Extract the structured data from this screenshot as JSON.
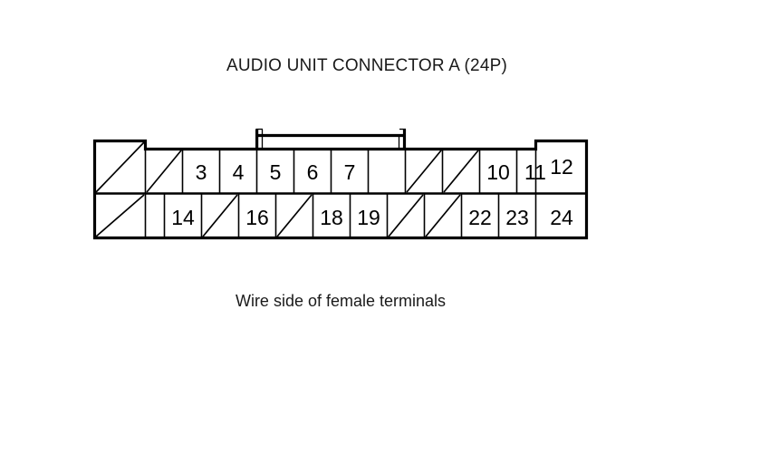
{
  "title": "AUDIO UNIT CONNECTOR A (24P)",
  "caption": "Wire side of female terminals",
  "colors": {
    "line": "#000000",
    "background": "#ffffff",
    "text": "#1a1a1a"
  },
  "connector": {
    "name": "AUDIO UNIT CONNECTOR A",
    "pin_count": "24P",
    "rows": 2,
    "columns": 12,
    "top_row": [
      {
        "pin": "1",
        "label": "",
        "state": "unused"
      },
      {
        "pin": "2",
        "label": "",
        "state": "unused"
      },
      {
        "pin": "3",
        "label": "3",
        "state": "used"
      },
      {
        "pin": "4",
        "label": "4",
        "state": "used"
      },
      {
        "pin": "5",
        "label": "5",
        "state": "used"
      },
      {
        "pin": "6",
        "label": "6",
        "state": "used"
      },
      {
        "pin": "7",
        "label": "7",
        "state": "used"
      },
      {
        "pin": "8",
        "label": "",
        "state": "unused"
      },
      {
        "pin": "9",
        "label": "",
        "state": "unused"
      },
      {
        "pin": "10",
        "label": "10",
        "state": "used"
      },
      {
        "pin": "11",
        "label": "11",
        "state": "used"
      },
      {
        "pin": "11b",
        "label": "",
        "state": "blank"
      },
      {
        "pin": "12",
        "label": "12",
        "state": "used"
      }
    ],
    "bottom_row": [
      {
        "pin": "13",
        "label": "",
        "state": "unused"
      },
      {
        "pin": "13b",
        "label": "",
        "state": "blank"
      },
      {
        "pin": "14",
        "label": "14",
        "state": "used"
      },
      {
        "pin": "15",
        "label": "",
        "state": "unused"
      },
      {
        "pin": "16",
        "label": "16",
        "state": "used"
      },
      {
        "pin": "17",
        "label": "",
        "state": "unused"
      },
      {
        "pin": "18",
        "label": "18",
        "state": "used"
      },
      {
        "pin": "19",
        "label": "19",
        "state": "used"
      },
      {
        "pin": "20",
        "label": "",
        "state": "unused"
      },
      {
        "pin": "21",
        "label": "",
        "state": "unused"
      },
      {
        "pin": "22",
        "label": "22",
        "state": "used"
      },
      {
        "pin": "23",
        "label": "23",
        "state": "used"
      },
      {
        "pin": "24",
        "label": "24",
        "state": "used"
      }
    ],
    "latch": {
      "name": "locking-tab",
      "position": "top-center"
    }
  }
}
